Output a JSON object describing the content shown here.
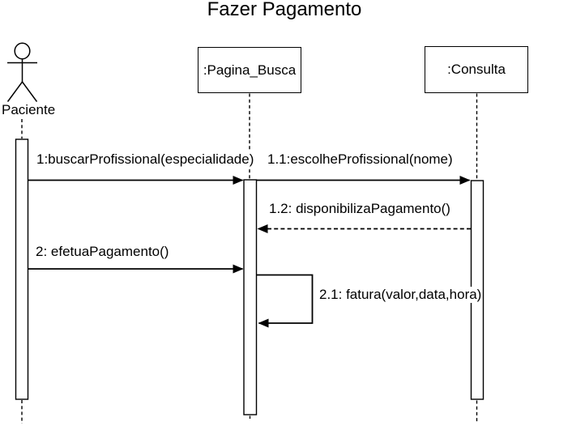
{
  "title": "Fazer Pagamento",
  "actor": {
    "name": "Paciente"
  },
  "objects": [
    {
      "name": ":Pagina_Busca"
    },
    {
      "name": ":Consulta"
    }
  ],
  "messages": [
    {
      "label": "1:buscarProfissional(especialidade)",
      "from": "Paciente",
      "to": ":Pagina_Busca",
      "style": "solid-sync"
    },
    {
      "label": "1.1:escolheProfissional(nome)",
      "from": ":Pagina_Busca",
      "to": ":Consulta",
      "style": "solid-sync"
    },
    {
      "label": "1.2: disponibilizaPagamento()",
      "from": ":Consulta",
      "to": ":Pagina_Busca",
      "style": "dashed-return"
    },
    {
      "label": "2: efetuaPagamento()",
      "from": "Paciente",
      "to": ":Pagina_Busca",
      "style": "solid-sync"
    },
    {
      "label": "2.1: fatura(valor,data,hora)",
      "from": ":Pagina_Busca",
      "to": ":Pagina_Busca",
      "style": "self-call"
    }
  ],
  "colors": {
    "stroke": "#000000",
    "background": "#ffffff",
    "text": "#000000"
  }
}
